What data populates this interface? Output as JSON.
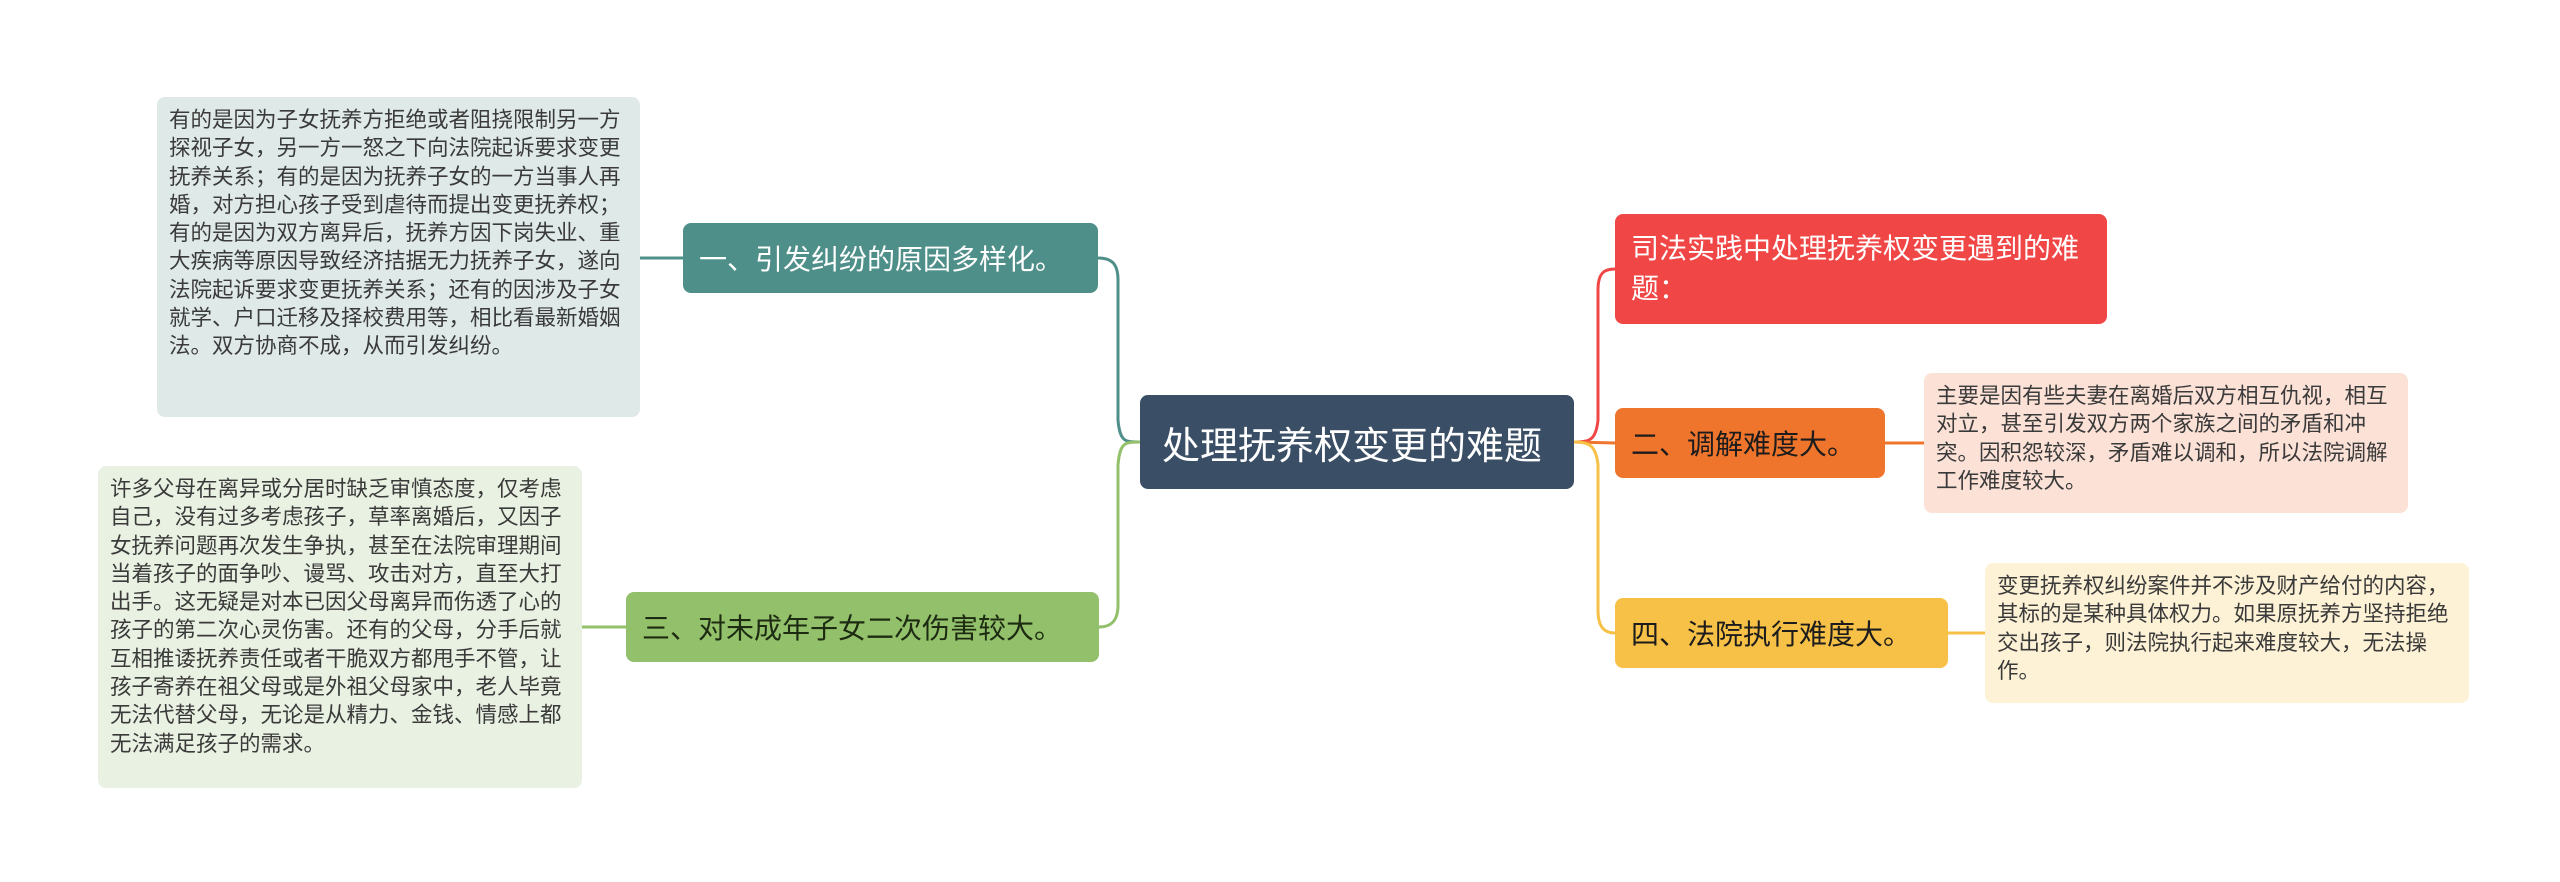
{
  "center": {
    "title": "处理抚养权变更的难题"
  },
  "left": [
    {
      "branch": "一、引发纠纷的原因多样化。",
      "detail": "有的是因为子女抚养方拒绝或者阻挠限制另一方探视子女，另一方一怒之下向法院起诉要求变更抚养关系；有的是因为抚养子女的一方当事人再婚，对方担心孩子受到虐待而提出变更抚养权；有的是因为双方离异后，抚养方因下岗失业、重大疾病等原因导致经济拮据无力抚养子女，遂向法院起诉要求变更抚养关系；还有的因涉及子女就学、户口迁移及择校费用等，相比看最新婚姻法。双方协商不成，从而引发纠纷。",
      "color": "#4f8f8a"
    },
    {
      "branch": "三、对未成年子女二次伤害较大。",
      "detail": "许多父母在离异或分居时缺乏审慎态度，仅考虑自己，没有过多考虑孩子，草率离婚后，又因子女抚养问题再次发生争执，甚至在法院审理期间当着孩子的面争吵、谩骂、攻击对方，直至大打出手。这无疑是对本已因父母离异而伤透了心的孩子的第二次心灵伤害。还有的父母，分手后就互相推诿抚养责任或者干脆双方都甩手不管，让孩子寄养在祖父母或是外祖父母家中，老人毕竟无法代替父母，无论是从精力、金钱、情感上都无法满足孩子的需求。",
      "color": "#93c06a"
    }
  ],
  "right": [
    {
      "branch": "司法实践中处理抚养权变更遇到的难题：",
      "color": "#f14646"
    },
    {
      "branch": "二、调解难度大。",
      "detail": "主要是因有些夫妻在离婚后双方相互仇视，相互对立，甚至引发双方两个家族之间的矛盾和冲突。因积怨较深，矛盾难以调和，所以法院调解工作难度较大。",
      "color": "#f0752c"
    },
    {
      "branch": "四、法院执行难度大。",
      "detail": "变更抚养权纠纷案件并不涉及财产给付的内容，其标的是某种具体权力。如果原抚养方坚持拒绝交出孩子，则法院执行起来难度较大，无法操作。",
      "color": "#f7c047"
    }
  ]
}
